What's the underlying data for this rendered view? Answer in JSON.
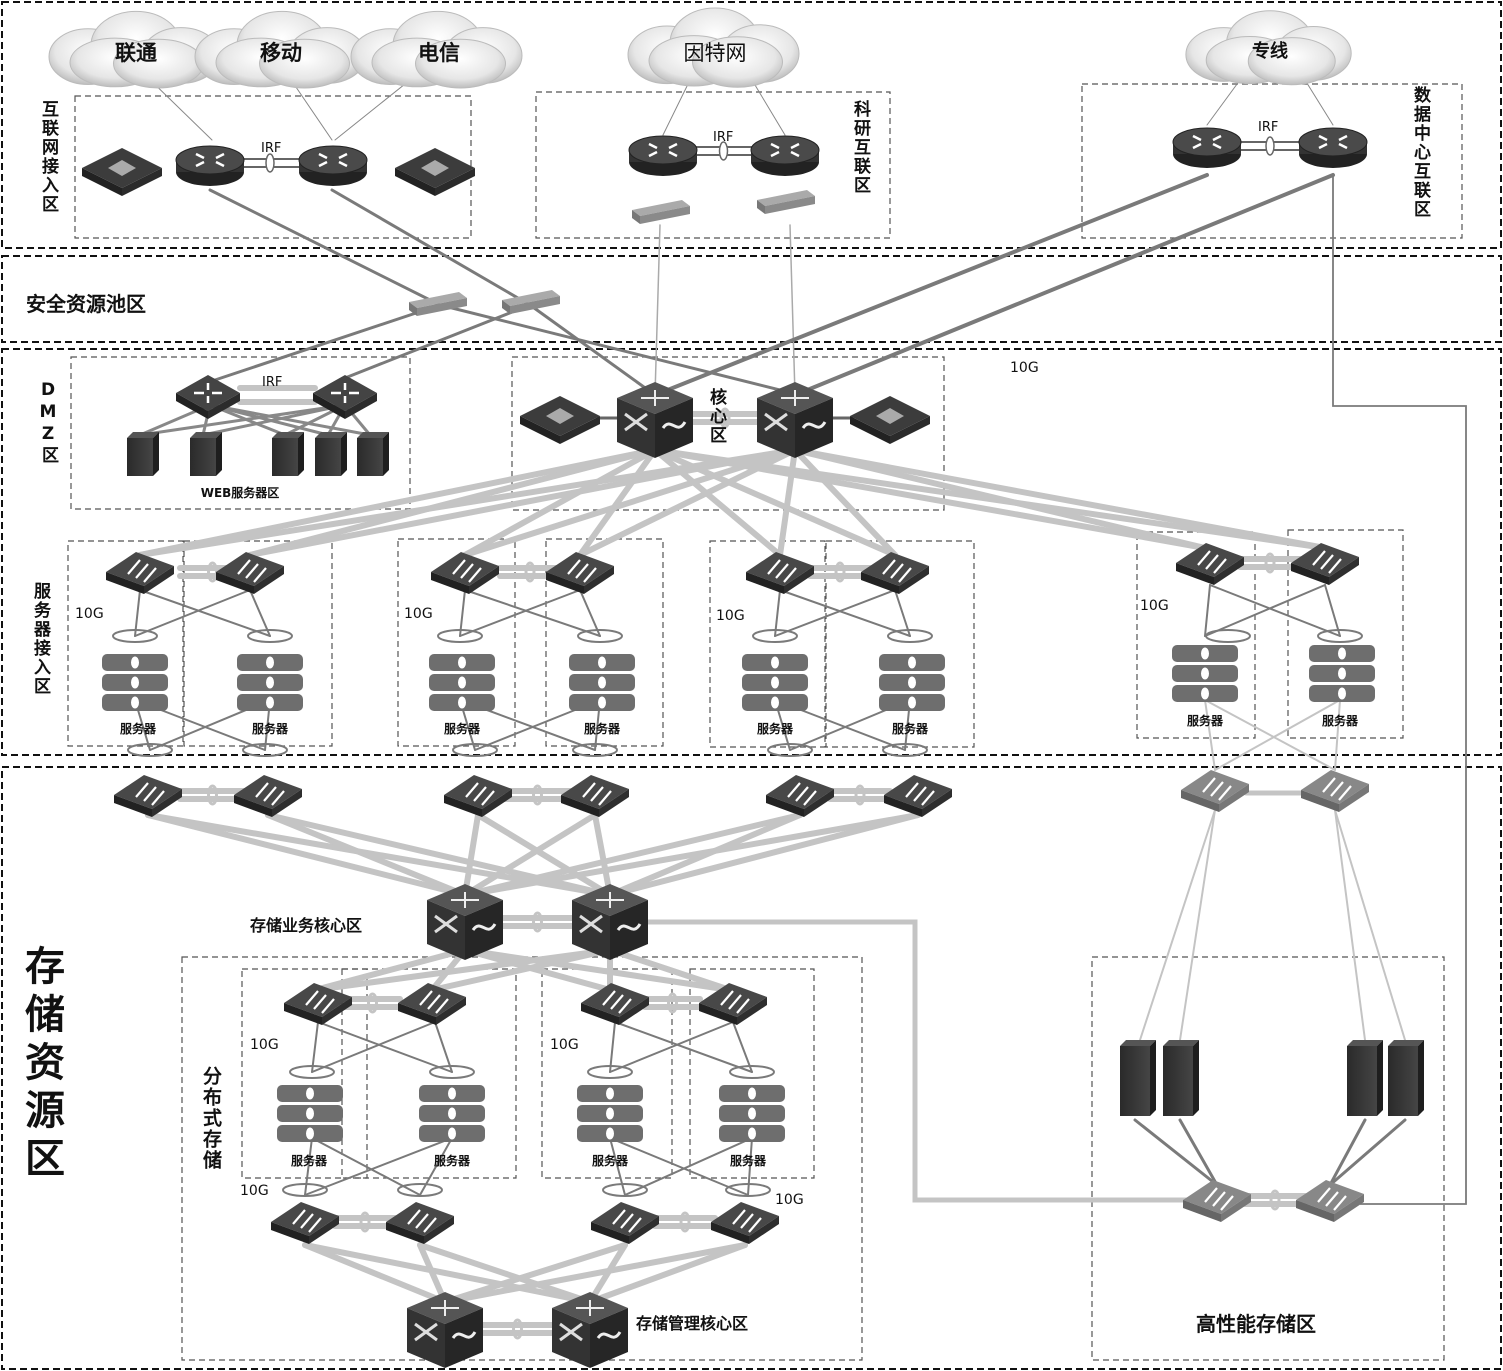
{
  "zones": {
    "internet_access": "互联网接入区",
    "research_interconnect": "科研互联区",
    "dc_interconnect": "数据中心互联区",
    "security_pool": "安全资源池区",
    "dmz": "DMZ区",
    "web_server_area": "WEB服务器区",
    "core": "核心区",
    "server_access": "服务器接入区",
    "storage_resource": "存储资源区",
    "storage_business_core": "存储业务核心区",
    "distributed_storage": "分布式存储",
    "storage_mgmt_core": "存储管理核心区",
    "high_perf_storage": "高性能存储区"
  },
  "clouds": [
    "联通",
    "移动",
    "电信",
    "因特网",
    "专线"
  ],
  "labels": {
    "irf": "IRF",
    "speed": "10G",
    "server": "服务器"
  },
  "colors": {
    "device_dark": "#3a3a3a",
    "server_gray": "#6e6e6e",
    "link_dark": "#7a7a7a",
    "link_light": "#c4c4c4",
    "dash": "#555555"
  }
}
